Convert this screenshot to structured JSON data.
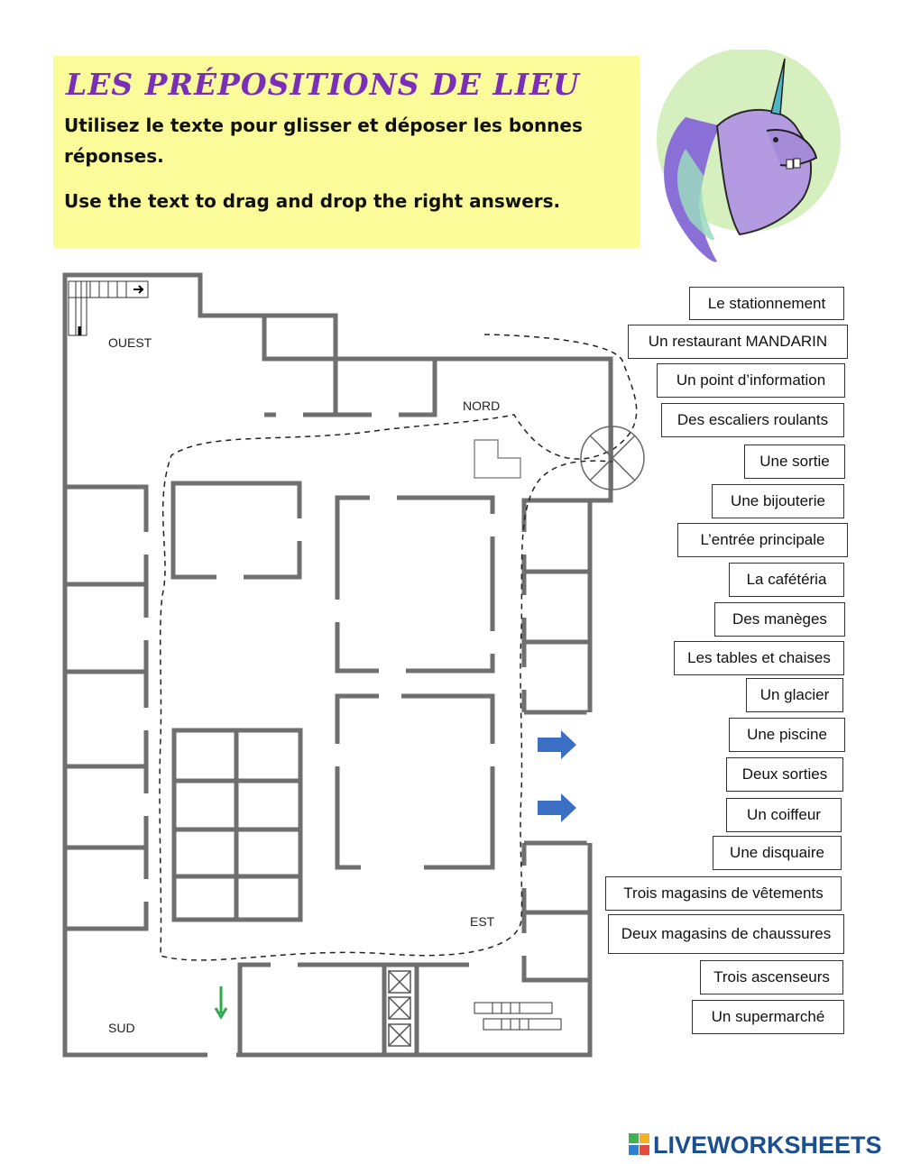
{
  "header": {
    "title": "LES PRÉPOSITIONS DE LIEU",
    "instruction_fr": "Utilisez le texte pour glisser et déposer les bonnes réponses.",
    "instruction_en": "Use the text to drag and drop the right answers."
  },
  "map": {
    "labels": {
      "ouest": "OUEST",
      "nord": "NORD",
      "est": "EST",
      "sud": "SUD"
    }
  },
  "answers": [
    "Le stationnement",
    "Un restaurant MANDARIN",
    "Un point d’information",
    "Des escaliers roulants",
    "Une sortie",
    "Une bijouterie",
    "L’entrée principale",
    "La cafétéria",
    "Des manèges",
    "Les tables et chaises",
    "Un glacier",
    "Une piscine",
    "Deux sorties",
    "Un coiffeur",
    "Une disquaire",
    "Trois magasins de vêtements",
    "Deux magasins de chaussures",
    "Trois ascenseurs",
    "Un supermarché"
  ],
  "brand": {
    "name": "LIVEWORKSHEETS"
  },
  "colors": {
    "header_bg": "#fbfb99",
    "title": "#7a2fb8",
    "walls": "#6f6f6f",
    "arrow_blue": "#3a6fc4",
    "arrow_green": "#2eaa4e",
    "brand": "#1b4f8f"
  }
}
